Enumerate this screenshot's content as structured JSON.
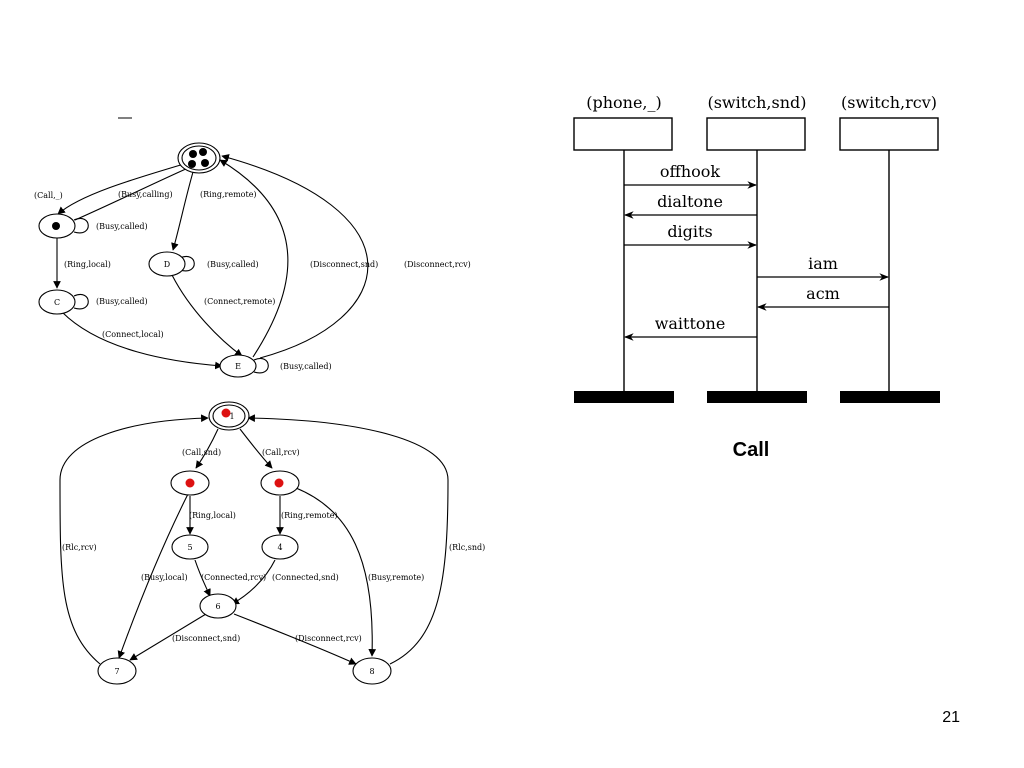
{
  "slide": {
    "caption": "Call",
    "page_number": "21"
  },
  "colors": {
    "token": "#000000",
    "red_token": "#dd1111",
    "line": "#000000"
  },
  "msc": {
    "instances": [
      "(phone,_)",
      "(switch,snd)",
      "(switch,rcv)"
    ],
    "messages": [
      "offhook",
      "dialtone",
      "digits",
      "iam",
      "acm",
      "waittone"
    ]
  },
  "top_graph": {
    "nodes": [
      "C",
      "D",
      "E"
    ],
    "edge_labels": [
      "(Call,_)",
      "(Busy,calling)",
      "(Ring,remote)",
      "(Busy,called)",
      "(Ring,local)",
      "(Busy,called)",
      "(Disconnect,snd)",
      "(Disconnect,rcv)",
      "(Busy,called)",
      "(Connect,remote)",
      "(Connect,local)",
      "(Busy,called)"
    ]
  },
  "bottom_graph": {
    "nodes": [
      "1",
      "5",
      "4",
      "6",
      "7",
      "8"
    ],
    "edge_labels": [
      "(Call,snd)",
      "(Call,rcv)",
      "(Ring,local)",
      "(Ring,remote)",
      "(Rlc,rcv)",
      "(Rlc,snd)",
      "(Busy,local)",
      "(Connected,rcv)",
      "(Connected,snd)",
      "(Busy,remote)",
      "(Disconnect,snd)",
      "(Disconnect,rcv)"
    ]
  }
}
